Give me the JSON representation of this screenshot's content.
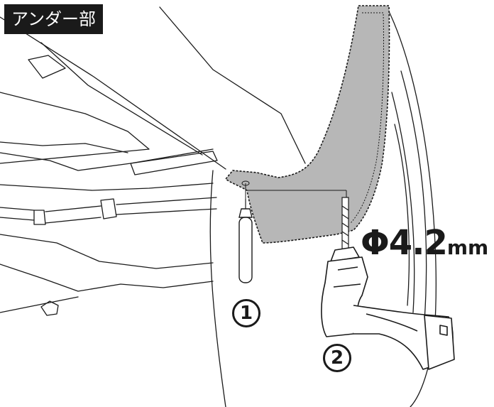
{
  "section_label": "アンダー部",
  "drill_size": {
    "text": "Φ4.2",
    "unit": "mm"
  },
  "steps": [
    {
      "number": "1"
    },
    {
      "number": "2"
    }
  ],
  "colors": {
    "line": "#1a1a1a",
    "mudflap_fill": "#b7b7b7",
    "label_bg": "#1a1a1a",
    "label_text": "#ffffff",
    "background": "#ffffff"
  }
}
